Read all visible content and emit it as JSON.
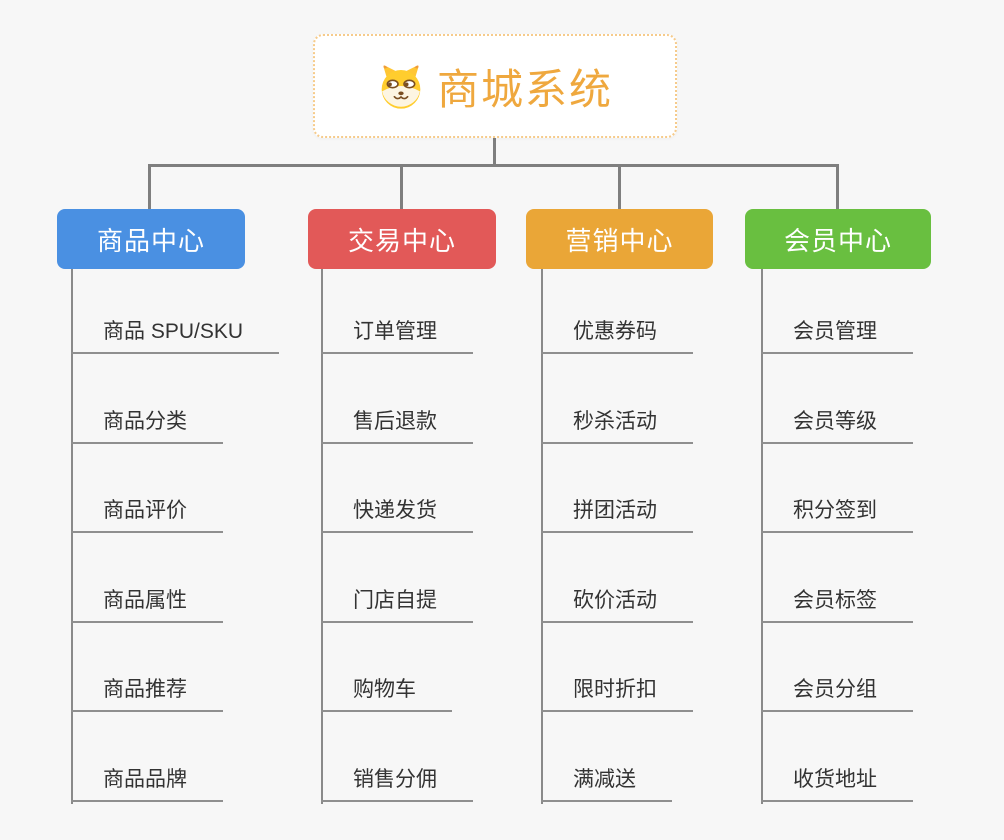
{
  "root": {
    "title": "商城系统",
    "icon": "dog-face-icon",
    "title_color": "#efa83e",
    "border_color": "#f6cb8b"
  },
  "connector_color": "#7f7f7f",
  "branches": [
    {
      "label": "商品中心",
      "color": "#4a90e2",
      "items": [
        "商品 SPU/SKU",
        "商品分类",
        "商品评价",
        "商品属性",
        "商品推荐",
        "商品品牌"
      ]
    },
    {
      "label": "交易中心",
      "color": "#e25958",
      "items": [
        "订单管理",
        "售后退款",
        "快递发货",
        "门店自提",
        "购物车",
        "销售分佣"
      ]
    },
    {
      "label": "营销中心",
      "color": "#eaa637",
      "items": [
        "优惠券码",
        "秒杀活动",
        "拼团活动",
        "砍价活动",
        "限时折扣",
        "满减送"
      ]
    },
    {
      "label": "会员中心",
      "color": "#69bf40",
      "items": [
        "会员管理",
        "会员等级",
        "积分签到",
        "会员标签",
        "会员分组",
        "收货地址"
      ]
    }
  ]
}
